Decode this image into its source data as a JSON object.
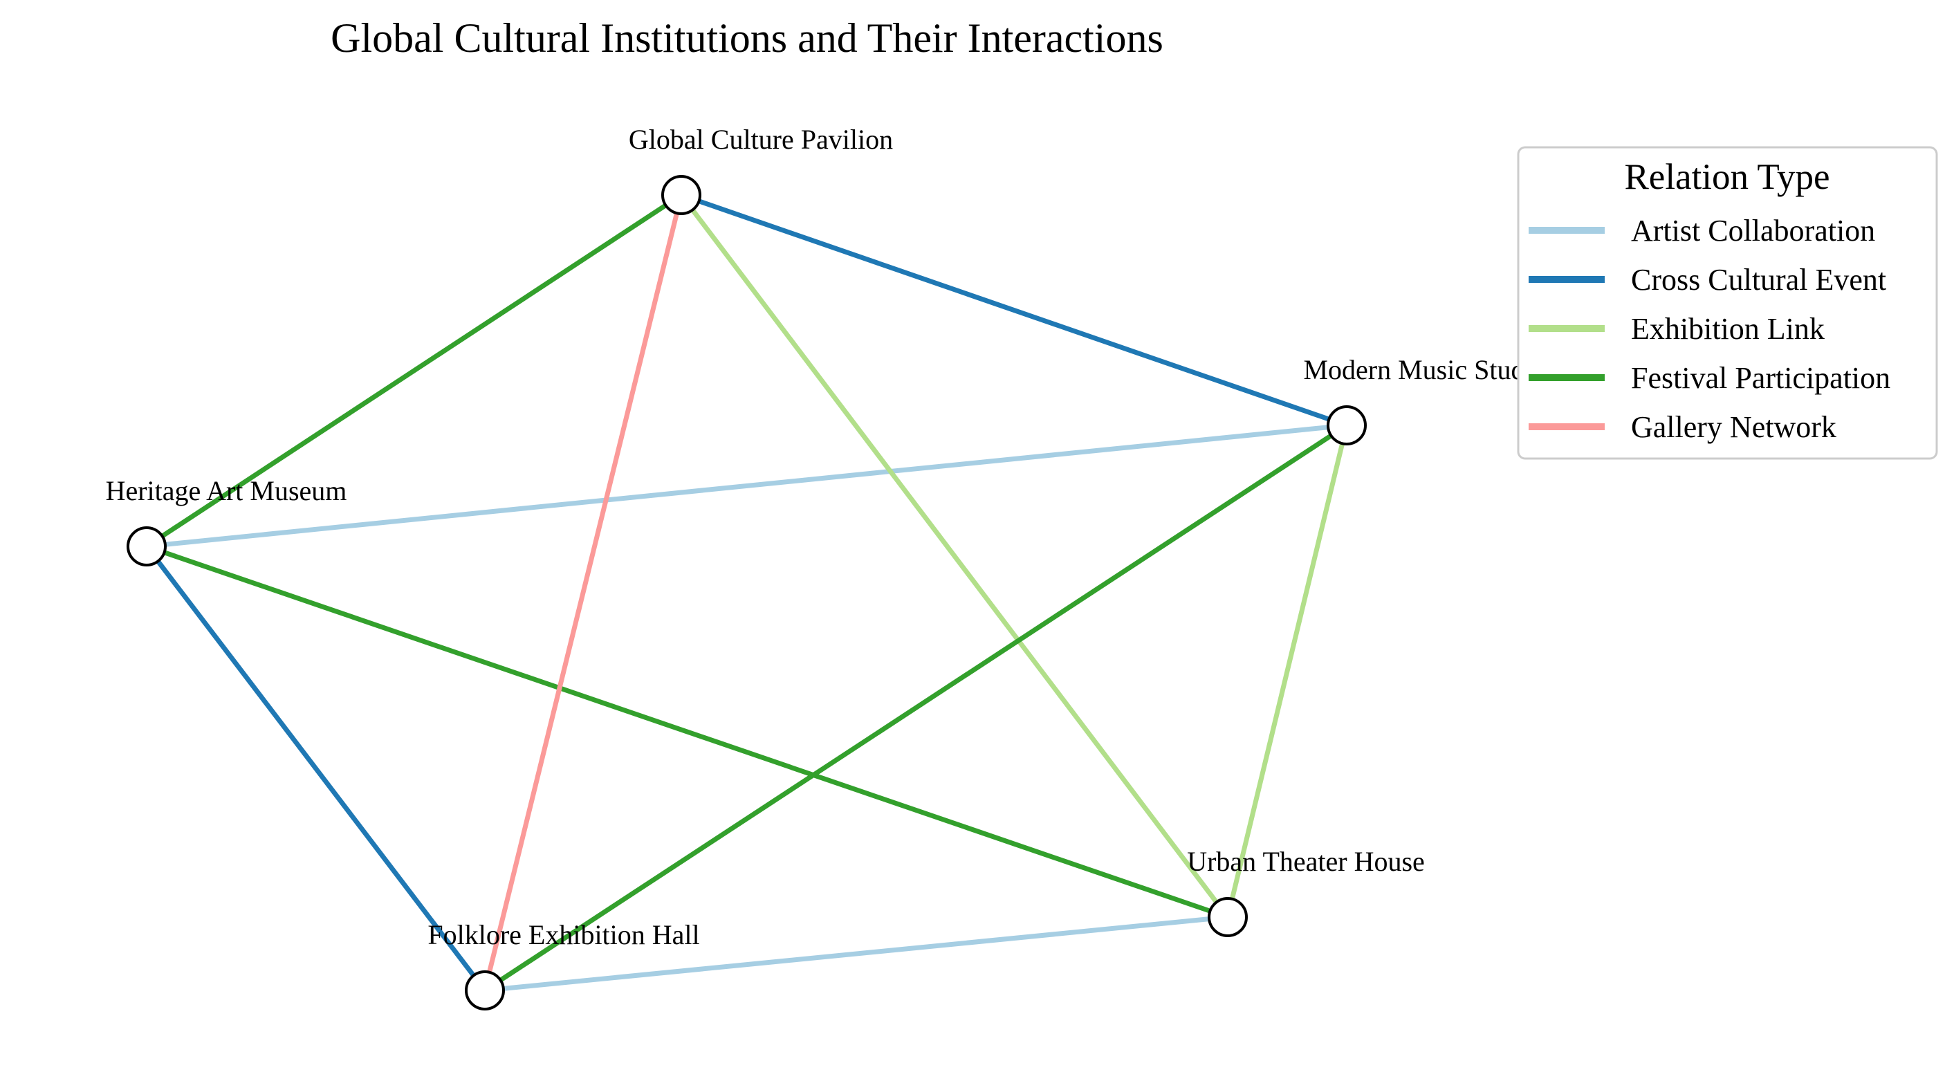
{
  "title": "Global Cultural Institutions and Their Interactions",
  "legend": {
    "title": "Relation Type",
    "placement": "upper-right",
    "items": [
      {
        "label": "Artist Collaboration",
        "color": "#a6cee3"
      },
      {
        "label": "Cross Cultural Event",
        "color": "#1f78b4"
      },
      {
        "label": "Exhibition Link",
        "color": "#b2df8a"
      },
      {
        "label": "Festival Participation",
        "color": "#33a02c"
      },
      {
        "label": "Gallery Network",
        "color": "#fb9a99"
      }
    ]
  },
  "nodes": [
    {
      "id": "global",
      "label": "Global Culture Pavilion"
    },
    {
      "id": "modern",
      "label": "Modern Music Studio"
    },
    {
      "id": "heritage",
      "label": "Heritage Art Museum"
    },
    {
      "id": "urban",
      "label": "Urban Theater House"
    },
    {
      "id": "folklore",
      "label": "Folklore Exhibition Hall"
    }
  ],
  "edges": [
    {
      "source": "heritage",
      "target": "modern",
      "relation": "Artist Collaboration"
    },
    {
      "source": "folklore",
      "target": "urban",
      "relation": "Artist Collaboration"
    },
    {
      "source": "global",
      "target": "modern",
      "relation": "Cross Cultural Event"
    },
    {
      "source": "heritage",
      "target": "folklore",
      "relation": "Cross Cultural Event"
    },
    {
      "source": "global",
      "target": "urban",
      "relation": "Exhibition Link"
    },
    {
      "source": "modern",
      "target": "urban",
      "relation": "Exhibition Link"
    },
    {
      "source": "global",
      "target": "heritage",
      "relation": "Festival Participation"
    },
    {
      "source": "heritage",
      "target": "urban",
      "relation": "Festival Participation"
    },
    {
      "source": "modern",
      "target": "folklore",
      "relation": "Festival Participation"
    },
    {
      "source": "global",
      "target": "folklore",
      "relation": "Gallery Network"
    }
  ],
  "node_style": {
    "fill": "#ffffff",
    "stroke": "#000000"
  }
}
